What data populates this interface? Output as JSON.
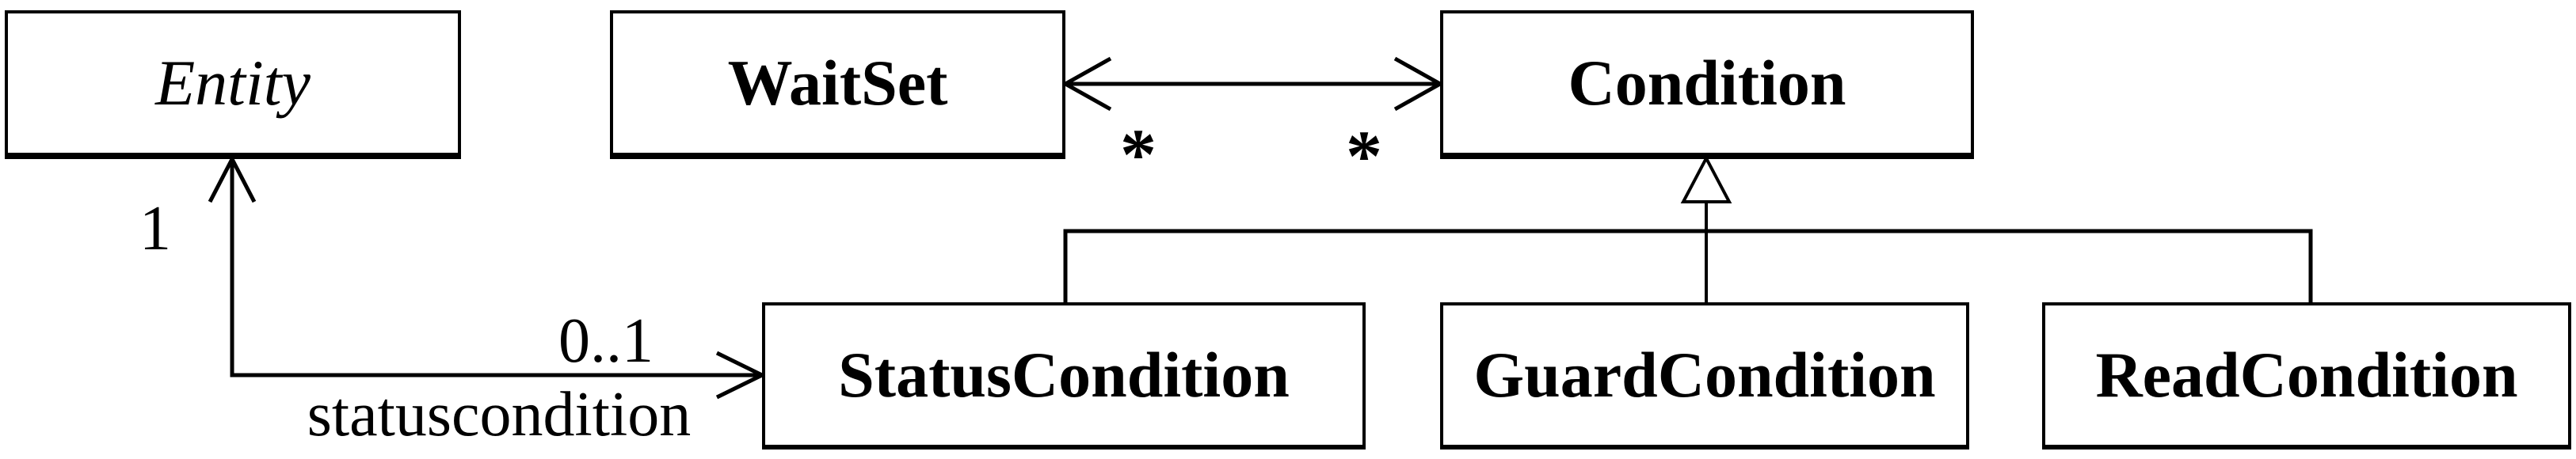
{
  "colors": {
    "ink": "#000000",
    "background": "#ffffff",
    "box_fill": "#ffffff"
  },
  "classes": {
    "entity": {
      "label": "Entity",
      "abstract": true
    },
    "waitset": {
      "label": "WaitSet"
    },
    "condition": {
      "label": "Condition"
    },
    "statuscondition": {
      "label": "StatusCondition"
    },
    "guardcondition": {
      "label": "GuardCondition"
    },
    "readcondition": {
      "label": "ReadCondition"
    }
  },
  "relations": {
    "waitset_condition": {
      "type": "bidirectional-association",
      "waitset_multiplicity": "*",
      "condition_multiplicity": "*"
    },
    "condition_generalization": {
      "type": "generalization",
      "parent": "Condition",
      "children": [
        "StatusCondition",
        "GuardCondition",
        "ReadCondition"
      ]
    },
    "entity_statuscondition": {
      "type": "bidirectional-association",
      "entity_multiplicity": "1",
      "statuscondition_multiplicity": "0..1",
      "role_label": "statuscondition"
    }
  }
}
